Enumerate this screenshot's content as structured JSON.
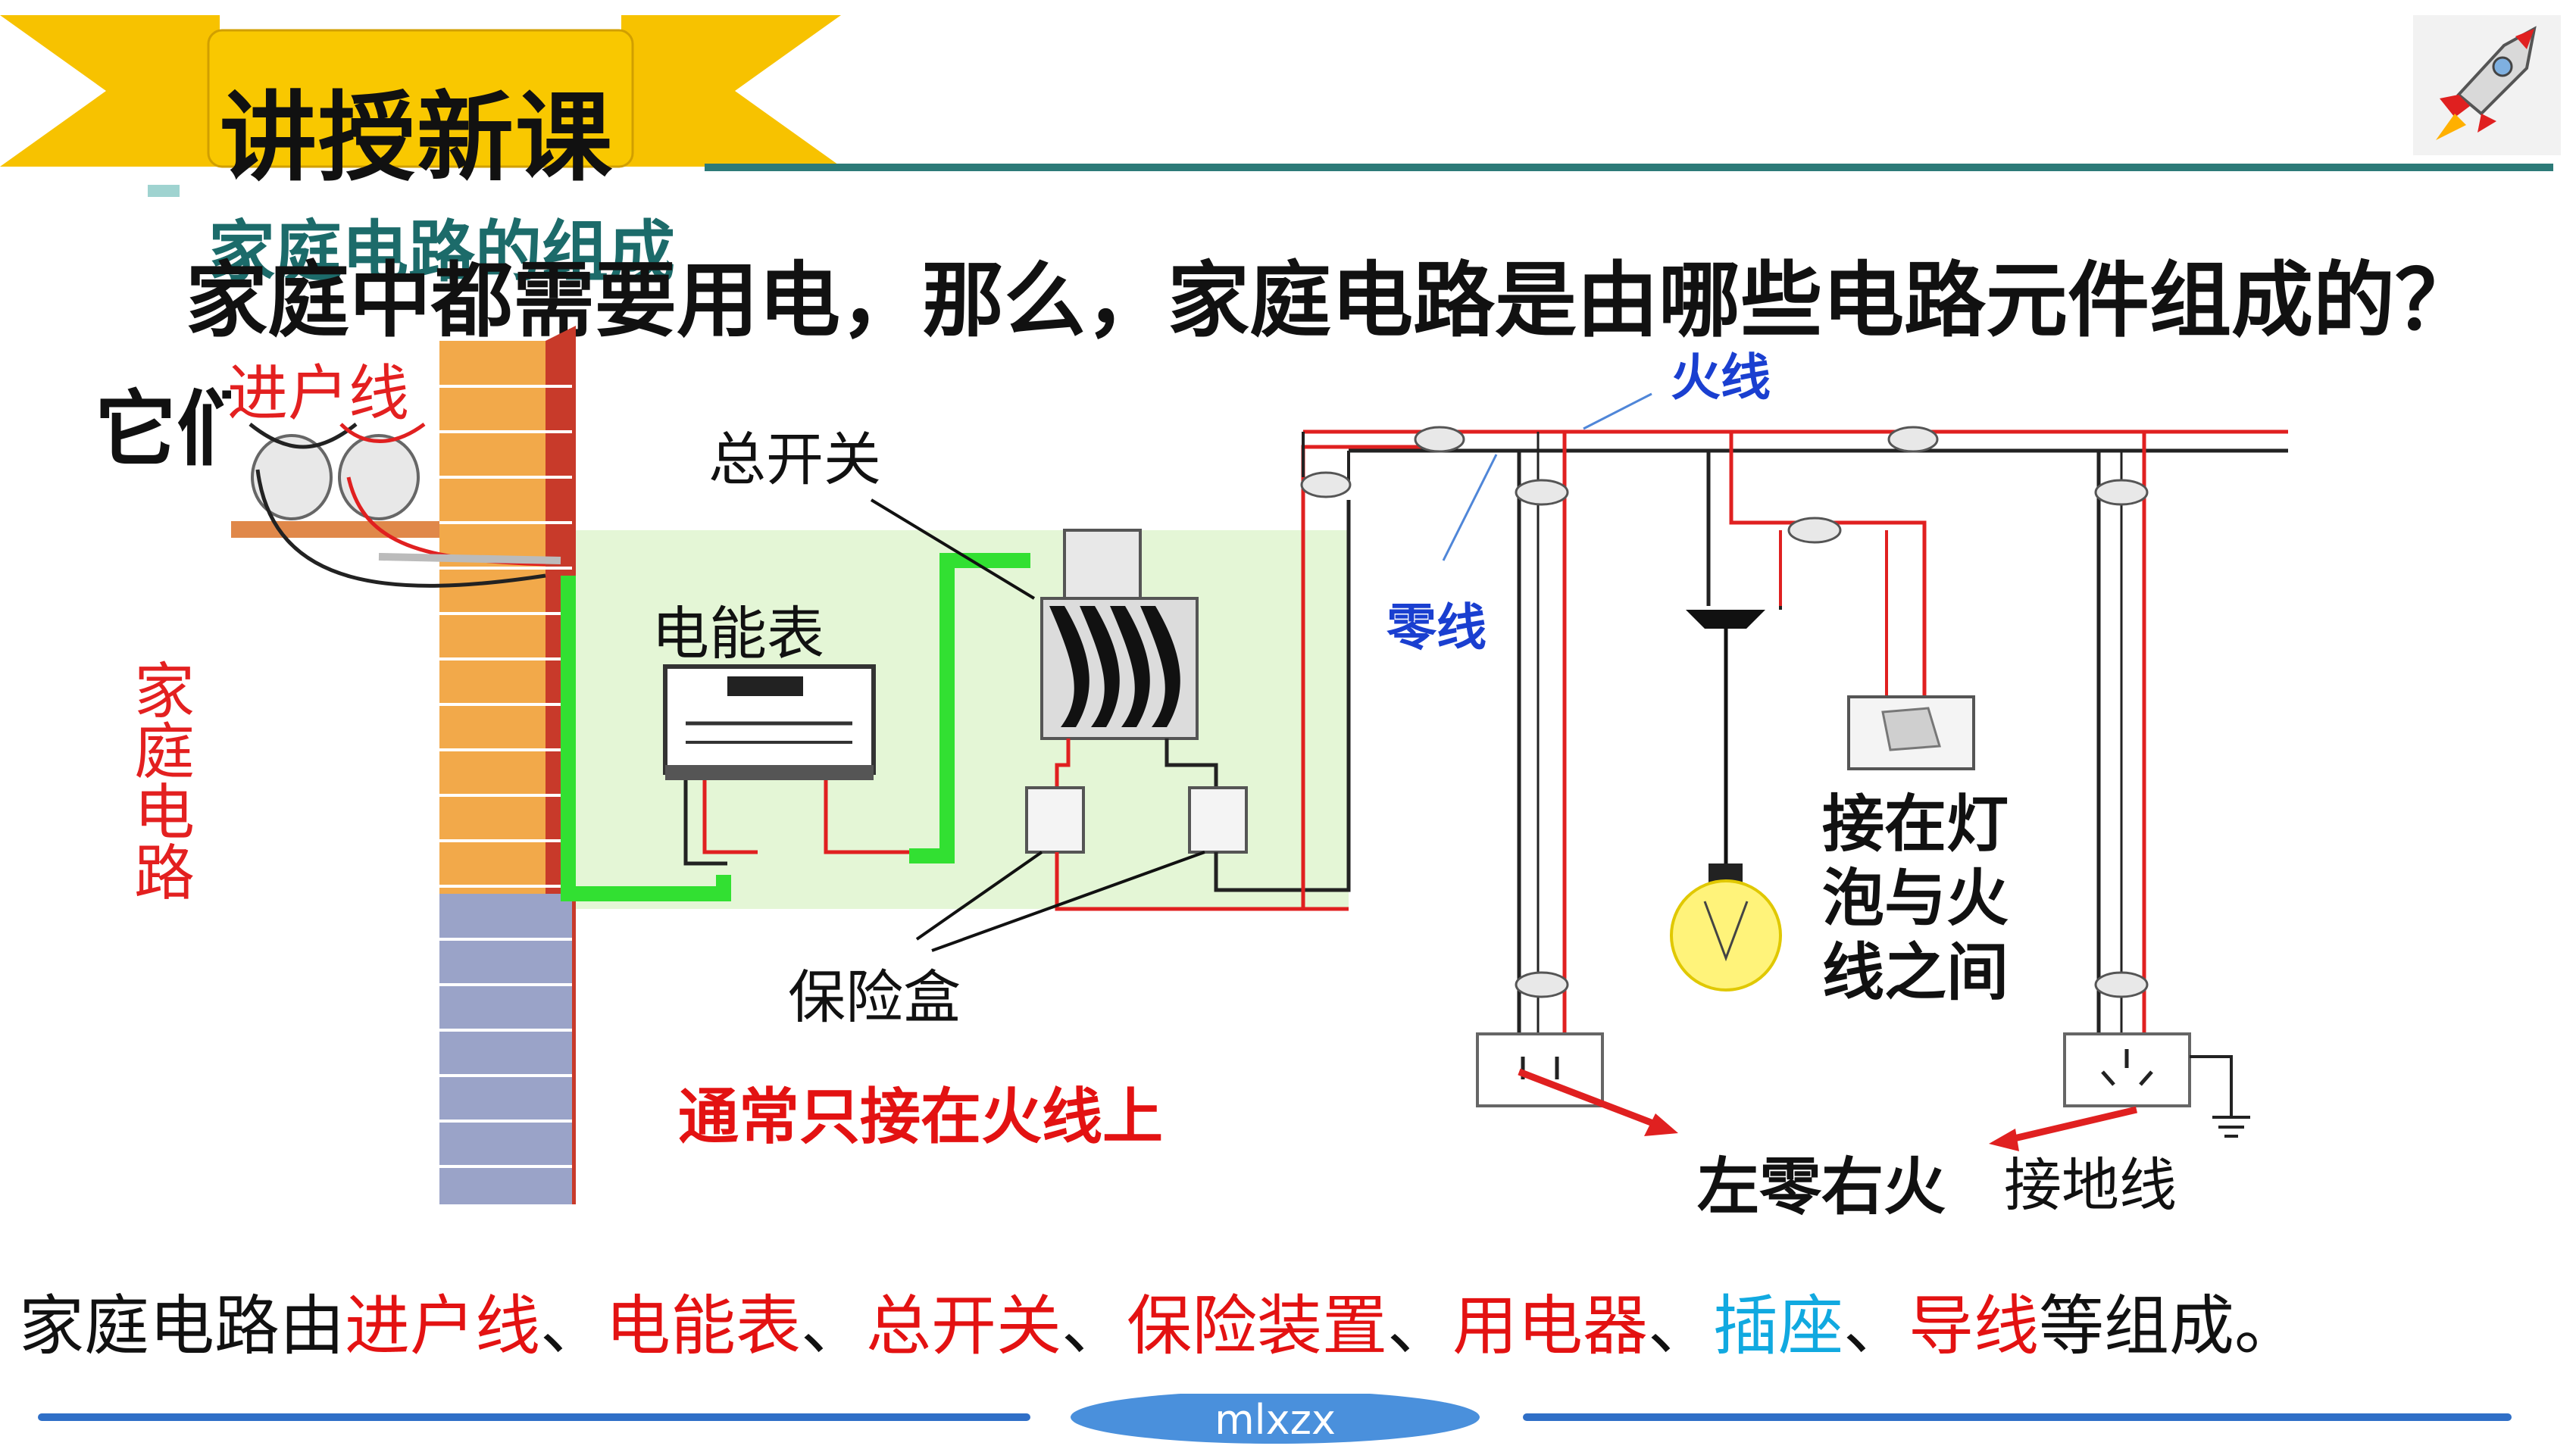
{
  "header": {
    "banner_title": "讲授新课",
    "section_title": "家庭电路的组成",
    "section_number": "一",
    "icon": "rocket-icon"
  },
  "question": {
    "line1": "家庭中都需要用电，那么，家庭电路是由哪些电路元件组成的？",
    "line2": "它们"
  },
  "diagram": {
    "label_incoming": "进户线",
    "label_vertical": "家庭电路",
    "label_main_switch": "总开关",
    "label_meter": "电能表",
    "label_fuse": "保险盒",
    "label_fuse_note": "通常只接在火线上",
    "label_live": "火线",
    "label_neutral": "零线",
    "label_switch_note": "接在灯泡与火线之间",
    "switch_note_lines": [
      "接在灯",
      "泡与火",
      "线之间"
    ],
    "label_socket_rule": "左零右火",
    "label_ground": "接地线"
  },
  "summary": {
    "parts": [
      {
        "text": "家庭电路由",
        "color": "black"
      },
      {
        "text": "进户线",
        "color": "red"
      },
      {
        "text": "、",
        "color": "black"
      },
      {
        "text": "电能表",
        "color": "red"
      },
      {
        "text": "、",
        "color": "black"
      },
      {
        "text": "总开关",
        "color": "red"
      },
      {
        "text": "、",
        "color": "black"
      },
      {
        "text": "保险装置",
        "color": "red"
      },
      {
        "text": "、",
        "color": "black"
      },
      {
        "text": "用电器",
        "color": "red"
      },
      {
        "text": "、",
        "color": "black"
      },
      {
        "text": "插座",
        "color": "cyan"
      },
      {
        "text": "、",
        "color": "black"
      },
      {
        "text": "导线",
        "color": "red"
      },
      {
        "text": "等组成。",
        "color": "black"
      }
    ]
  },
  "footer": {
    "label": "mlxzx"
  },
  "colors": {
    "banner": "#f7c200",
    "teal": "#1c6b6a",
    "live_wire": "#e02020",
    "green_wire": "#32e032"
  }
}
